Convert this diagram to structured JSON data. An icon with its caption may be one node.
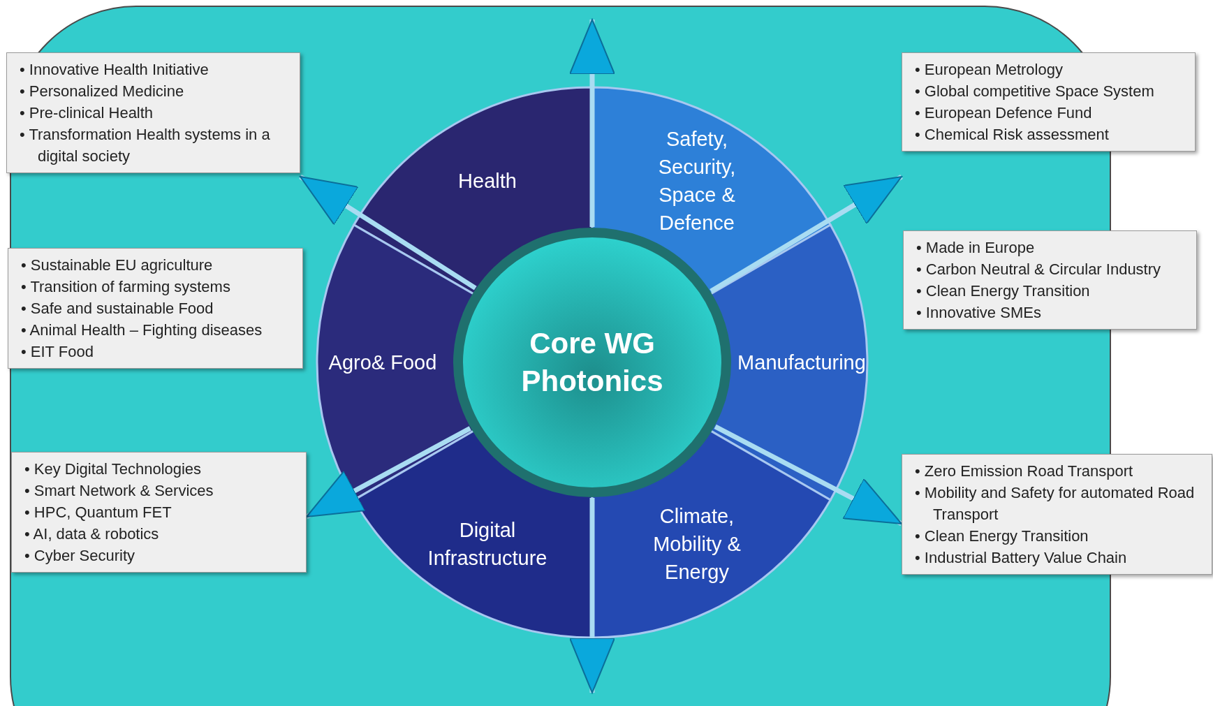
{
  "diagram": {
    "nodes": [
      {
        "text": [
          "• Innovative Health Initiative",
          "• Personalized Medicine",
          "• Pre-clinical Health",
          "• Transformation Health systems in a digital society"
        ]
      },
      {
        "text": [
          "• European Metrology",
          "• Global competitive Space System",
          "• European Defence Fund",
          "• Chemical Risk assessment"
        ]
      },
      {
        "text": [
          "Health"
        ]
      },
      {
        "text": [
          "Safety, Security, Space & Defence"
        ]
      },
      {
        "text": [
          "• Sustainable EU agriculture",
          "• Transition of farming systems",
          "• Safe and sustainable Food",
          "• Animal Health – Fighting diseases",
          "• EIT Food"
        ]
      },
      {
        "text": [
          "Agro& Food"
        ]
      },
      {
        "text": [
          "Core WG Photonics"
        ]
      },
      {
        "text": [
          "Manufacturing"
        ]
      },
      {
        "text": [
          "• Made in Europe",
          "• Carbon Neutral & Circular Industry",
          "• Clean Energy Transition",
          "• Innovative SMEs"
        ]
      },
      {
        "text": [
          "• Key Digital Technologies",
          "• Smart Network & Services",
          "• HPC, Quantum FET",
          "• AI, data & robotics",
          "• Cyber Security"
        ]
      },
      {
        "text": [
          "Digital Infrastructure"
        ]
      },
      {
        "text": [
          "Climate, Mobility & Energy"
        ]
      },
      {
        "text": [
          "• Zero Emission Road Transport",
          "• Mobility and Safety for automated Road Transport",
          "• Clean Energy Transition",
          "• Industrial Battery Value Chain"
        ]
      }
    ],
    "edges": [
      {
        "from": 6,
        "to": null,
        "arrow": "to"
      },
      {
        "from": 6,
        "to": 0,
        "arrow": "to"
      },
      {
        "from": 6,
        "to": 1,
        "arrow": "to"
      },
      {
        "from": 6,
        "to": 9,
        "arrow": "to"
      },
      {
        "from": 6,
        "to": 12,
        "arrow": "to"
      },
      {
        "from": 6,
        "to": null,
        "arrow": "to"
      }
    ]
  }
}
